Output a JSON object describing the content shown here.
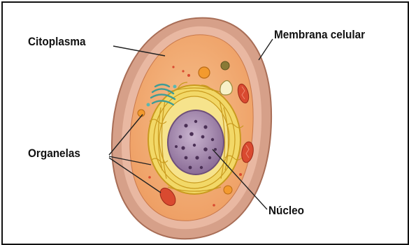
{
  "labels": {
    "citoplasma": "Citoplasma",
    "membrana": "Membrana celular",
    "organelas": "Organelas",
    "nucleo": "Núcleo"
  },
  "colors": {
    "outer_membrane": "#c98a6f",
    "cytoplasm": "#f0a870",
    "nucleus": "#9c84a8",
    "er": "#e8c64a",
    "mitochondria": "#d94a30",
    "golgi": "#5bb7b0",
    "lines": "#222222"
  }
}
